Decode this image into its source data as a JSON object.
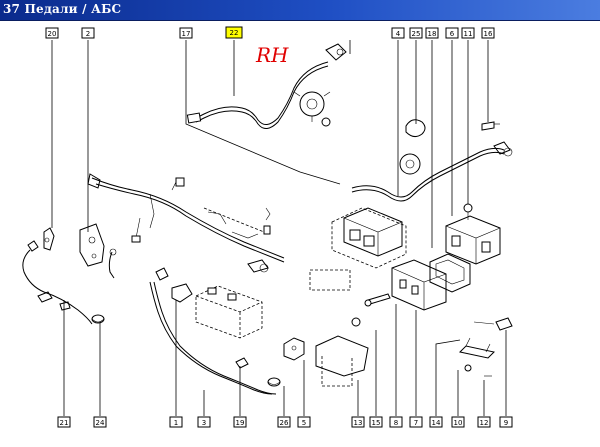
{
  "window": {
    "title": "37 Педали / АБС"
  },
  "annotation": {
    "text": "RH",
    "color": "#e00000"
  },
  "highlight_color": "#ffff00",
  "callouts_top": [
    "20",
    "2",
    "17",
    "22",
    "4",
    "25",
    "18",
    "6",
    "11",
    "16"
  ],
  "callouts_bottom": [
    "21",
    "24",
    "1",
    "3",
    "19",
    "26",
    "5",
    "13",
    "15",
    "8",
    "7",
    "14",
    "10",
    "12",
    "9"
  ],
  "highlighted_callout": "22"
}
